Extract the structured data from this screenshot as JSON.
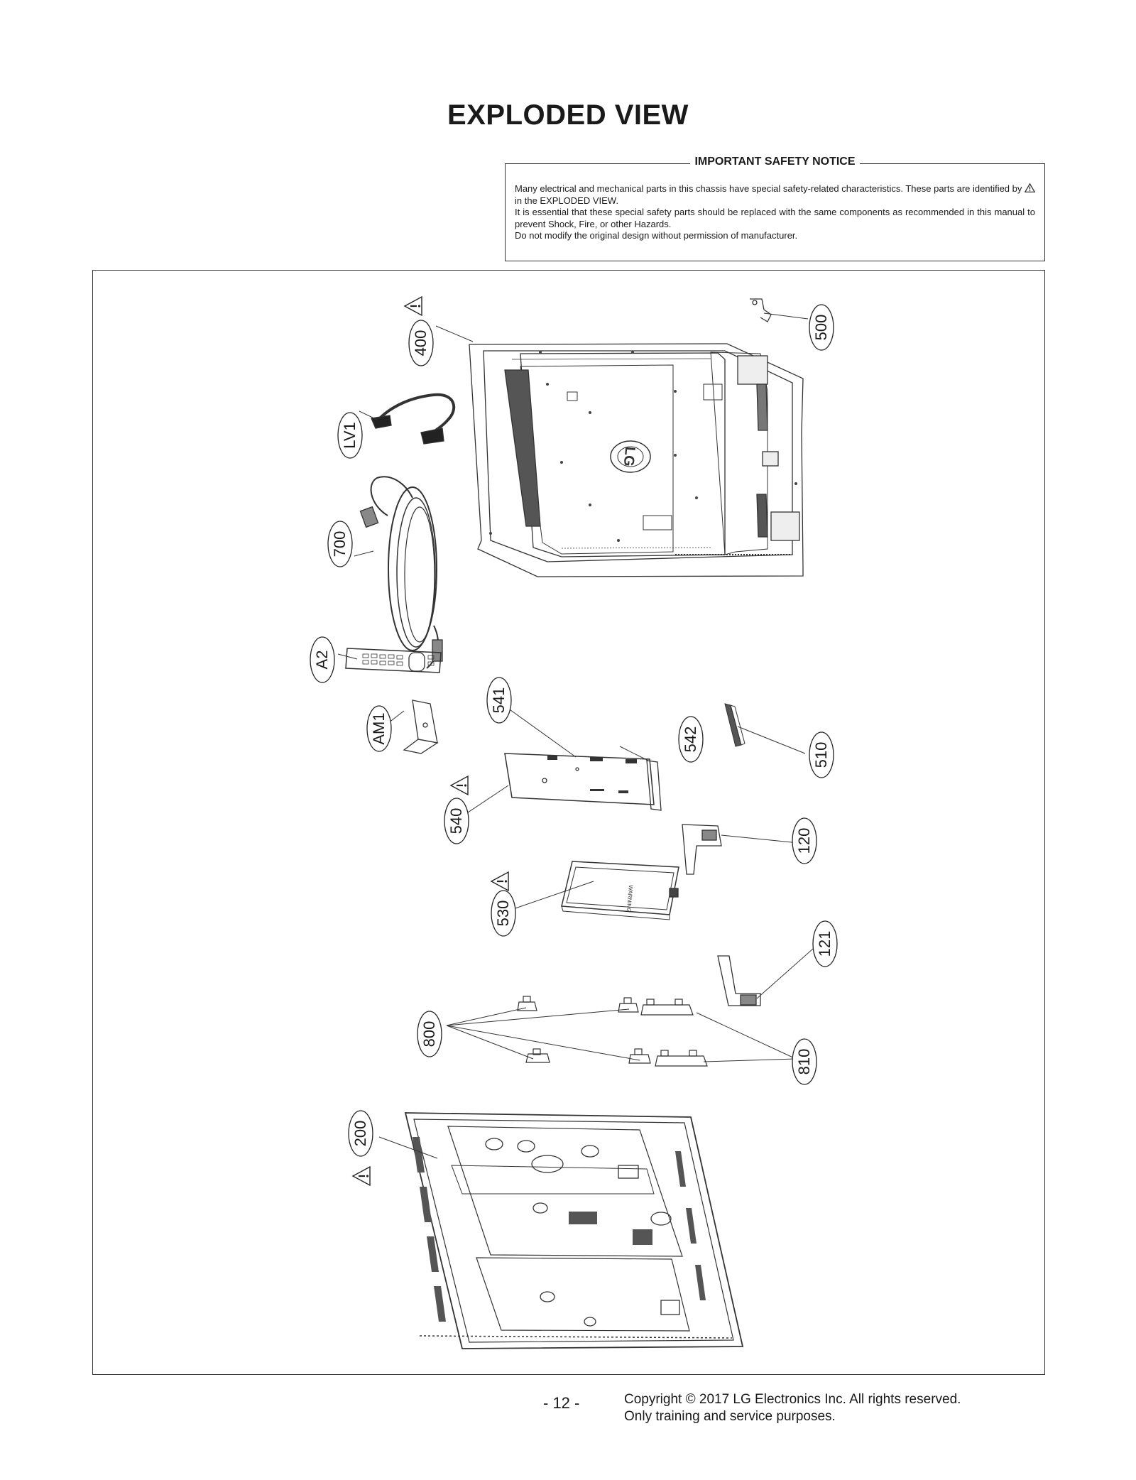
{
  "page": {
    "title": "EXPLODED VIEW",
    "page_number": "- 12 -",
    "copyright": "Copyright © 2017 LG Electronics Inc. All rights reserved.",
    "usage": "Only training and service purposes."
  },
  "notice": {
    "heading": "IMPORTANT SAFETY NOTICE",
    "line1": "Many electrical and mechanical parts in this chassis have special safety-related characteristics. These parts are identified by",
    "line1_tail": "in the EXPLODED VIEW.",
    "line2": "It is essential that these special safety parts should be replaced with the same components as recommended in this manual to prevent Shock, Fire, or other Hazards.",
    "line3": "Do not modify the original design without permission of manufacturer."
  },
  "parts": {
    "p400": "400",
    "pLV1": "LV1",
    "p700": "700",
    "pA2": "A2",
    "pAM1": "AM1",
    "p541": "541",
    "p542": "542",
    "p540": "540",
    "p530": "530",
    "p800": "800",
    "p200": "200",
    "p500": "500",
    "p510": "510",
    "p120": "120",
    "p121": "121",
    "p810": "810"
  },
  "brand_logo": "LG"
}
